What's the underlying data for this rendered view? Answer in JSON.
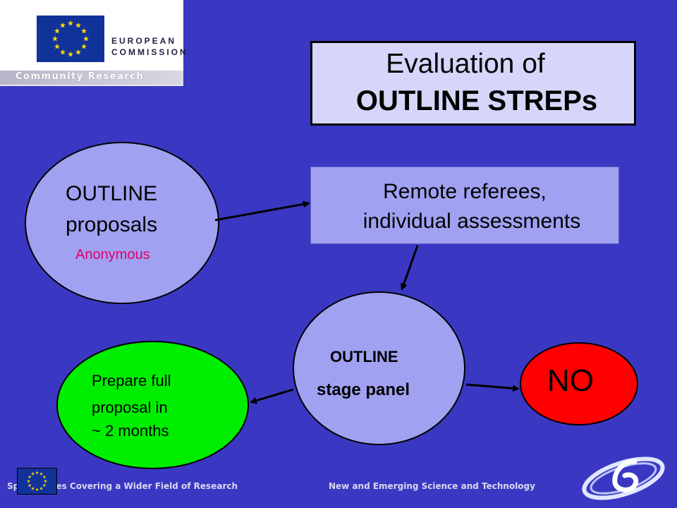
{
  "header": {
    "org_line1": "EUROPEAN",
    "org_line2": "COMMISSION",
    "strip": "Community Research"
  },
  "title": {
    "line1": "Evaluation of",
    "line2": "OUTLINE STREPs"
  },
  "nodes": {
    "outline_proposals": {
      "line1": "OUTLINE",
      "line2": "proposals",
      "note": "Anonymous"
    },
    "remote_referees": {
      "line1": "Remote referees,",
      "line2": "individual  assessments"
    },
    "panel": {
      "line1": "OUTLINE",
      "line2": "stage panel"
    },
    "prepare": {
      "line1": "Prepare full",
      "line2": "proposal in",
      "line3": "~ 2 months"
    },
    "no": {
      "label": "NO"
    }
  },
  "footer": {
    "left": "Sp   Activities Covering a Wider Field of Research",
    "right": "New and Emerging Science and Technology"
  },
  "colors": {
    "background": "#3a38c2",
    "node_fill": "#a1a1f2",
    "title_fill": "#d6d6fa",
    "prepare_fill": "#00ee00",
    "no_fill": "#ff0000",
    "anonymous_text": "#e0006a"
  },
  "icons": [
    "eu-flag-icon",
    "fp6-logo-icon",
    "arrow-icon"
  ]
}
